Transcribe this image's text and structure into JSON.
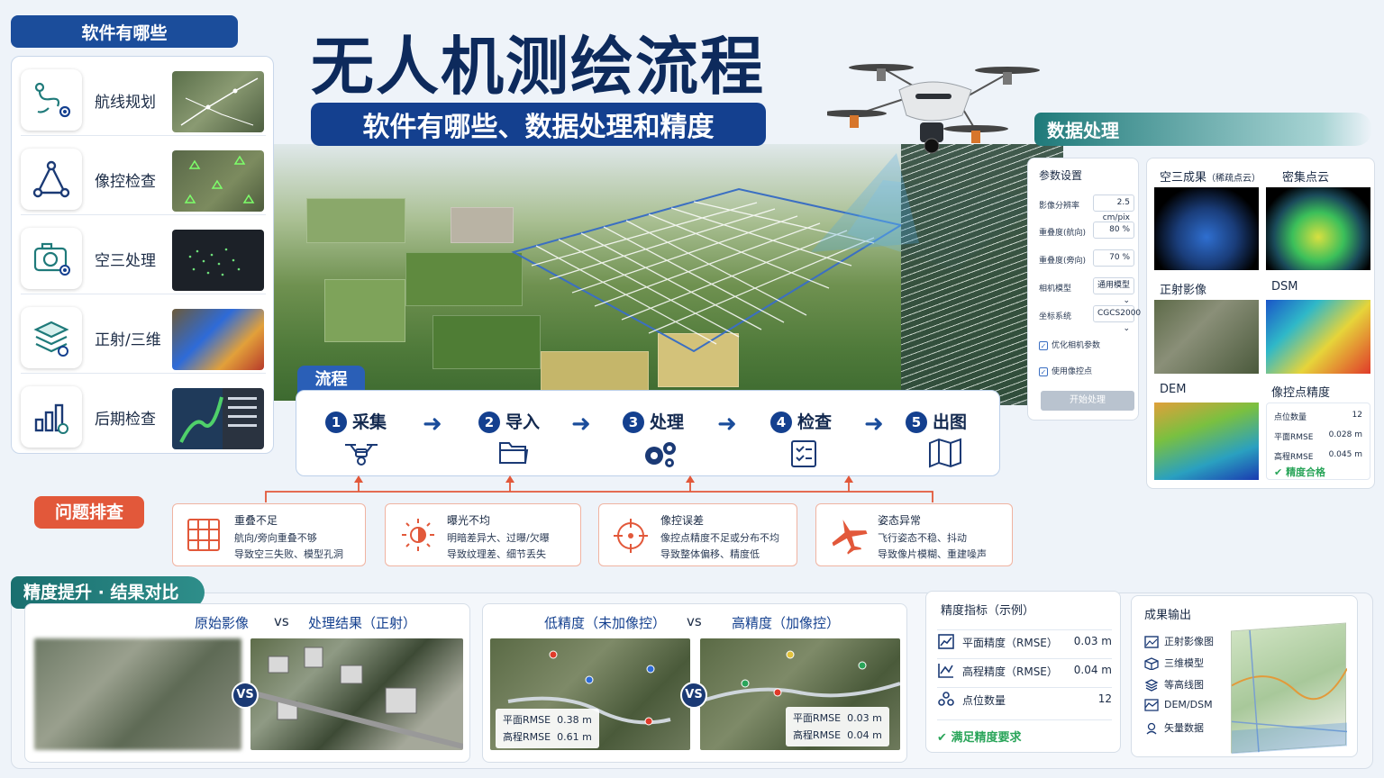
{
  "header": {
    "title": "无人机测绘流程",
    "subtitle": "软件有哪些、数据处理和精度"
  },
  "software": {
    "heading": "软件有哪些",
    "items": [
      {
        "label": "航线规划",
        "icon": "route-icon"
      },
      {
        "label": "像控检查",
        "icon": "triangle-control-icon"
      },
      {
        "label": "空三处理",
        "icon": "camera-icon"
      },
      {
        "label": "正射/三维",
        "icon": "layers-icon"
      },
      {
        "label": "后期检查",
        "icon": "bar-chart-icon"
      }
    ]
  },
  "data_processing": {
    "heading": "数据处理",
    "params": {
      "title": "参数设置",
      "rows": [
        {
          "label": "影像分辨率",
          "value": "2.5 cm/pix"
        },
        {
          "label": "重叠度(航向)",
          "value": "80 %"
        },
        {
          "label": "重叠度(旁向)",
          "value": "70 %"
        },
        {
          "label": "相机模型",
          "value": "通用模型"
        },
        {
          "label": "坐标系统",
          "value": "CGCS2000"
        }
      ],
      "checks": [
        "优化相机参数",
        "使用像控点"
      ],
      "button": "开始处理"
    },
    "results": {
      "aerial_title": "空三成果",
      "aerial_note": "（稀疏点云）",
      "dense": "密集点云",
      "ortho": "正射影像",
      "dsm": "DSM",
      "dem": "DEM",
      "gcp": "像控点精度",
      "gcp_rows": [
        {
          "label": "点位数量",
          "value": "12"
        },
        {
          "label": "平面RMSE",
          "value": "0.028 m"
        },
        {
          "label": "高程RMSE",
          "value": "0.045 m"
        }
      ],
      "gcp_status": "精度合格"
    }
  },
  "flow": {
    "heading": "流程",
    "steps": [
      {
        "num": "1",
        "label": "采集",
        "icon": "drone-icon"
      },
      {
        "num": "2",
        "label": "导入",
        "icon": "folder-icon"
      },
      {
        "num": "3",
        "label": "处理",
        "icon": "gears-icon"
      },
      {
        "num": "4",
        "label": "检查",
        "icon": "checklist-icon"
      },
      {
        "num": "5",
        "label": "出图",
        "icon": "map-icon"
      }
    ]
  },
  "issues": {
    "heading": "问题排查",
    "items": [
      {
        "title": "重叠不足",
        "line1": "航向/旁向重叠不够",
        "line2": "导致空三失败、模型孔洞",
        "icon": "grid-icon"
      },
      {
        "title": "曝光不均",
        "line1": "明暗差异大、过曝/欠曝",
        "line2": "导致纹理差、细节丢失",
        "icon": "sun-icon"
      },
      {
        "title": "像控误差",
        "line1": "像控点精度不足或分布不均",
        "line2": "导致整体偏移、精度低",
        "icon": "crosshair-icon"
      },
      {
        "title": "姿态异常",
        "line1": "飞行姿态不稳、抖动",
        "line2": "导致像片模糊、重建噪声",
        "icon": "plane-icon"
      }
    ]
  },
  "accuracy": {
    "heading": "精度提升 · 结果对比",
    "compare1": {
      "left": "原始影像",
      "vs": "vs",
      "right": "处理结果（正射）"
    },
    "compare2": {
      "left": "低精度（未加像控）",
      "vs": "vs",
      "right": "高精度（加像控）",
      "low": {
        "plane_label": "平面RMSE",
        "plane": "0.38 m",
        "height_label": "高程RMSE",
        "height": "0.61 m"
      },
      "high": {
        "plane_label": "平面RMSE",
        "plane": "0.03 m",
        "height_label": "高程RMSE",
        "height": "0.04 m"
      }
    },
    "vs_badge": "VS",
    "metrics": {
      "title": "精度指标（示例）",
      "rows": [
        {
          "label": "平面精度（RMSE）",
          "value": "0.03 m"
        },
        {
          "label": "高程精度（RMSE）",
          "value": "0.04 m"
        },
        {
          "label": "点位数量",
          "value": "12"
        }
      ],
      "status": "满足精度要求"
    },
    "outputs": {
      "title": "成果输出",
      "items": [
        "正射影像图",
        "三维模型",
        "等高线图",
        "DEM/DSM",
        "矢量数据"
      ]
    }
  },
  "colors": {
    "navy": "#14408f",
    "teal": "#1f7a7a",
    "warning": "#e2583a",
    "success": "#2aa55a"
  }
}
